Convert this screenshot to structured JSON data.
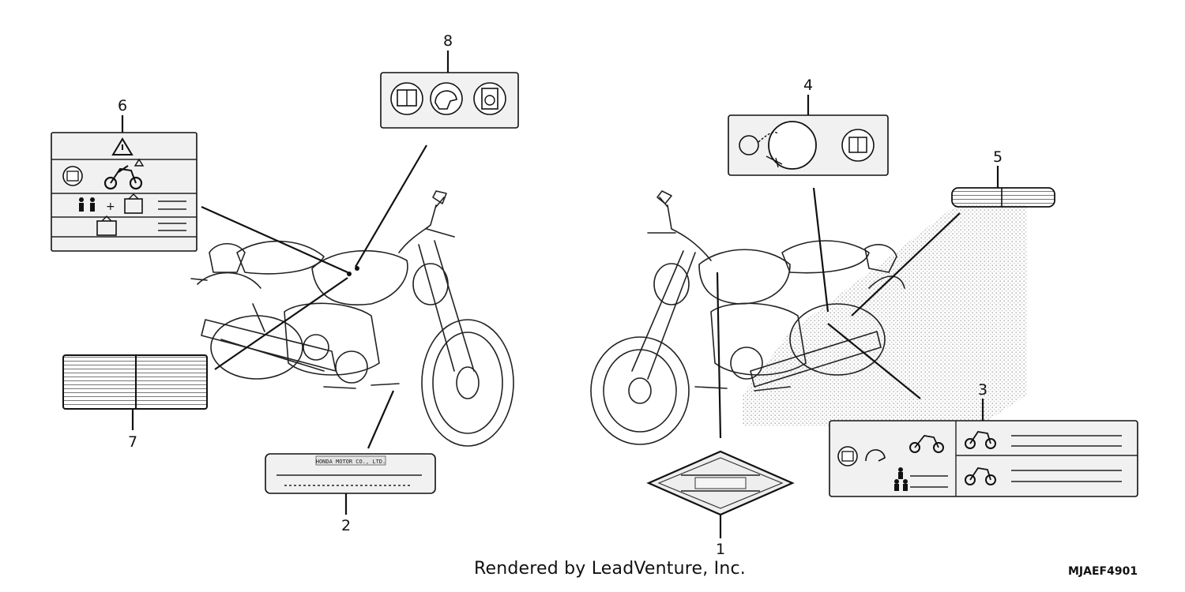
{
  "callouts": [
    "1",
    "2",
    "3",
    "4",
    "5",
    "6",
    "7",
    "8"
  ],
  "labels": {
    "plate": {
      "maker": "HONDA MOTOR CO., LTD."
    }
  },
  "footer": {
    "credit": "Rendered by LeadVenture, Inc.",
    "diagram_code": "MJAEF4901"
  },
  "icons": [
    "warning-triangle-icon",
    "owners-manual-icon",
    "motorcycle-icon",
    "helmet-icon",
    "tire-icon",
    "passenger-icon",
    "cargo-icon"
  ]
}
